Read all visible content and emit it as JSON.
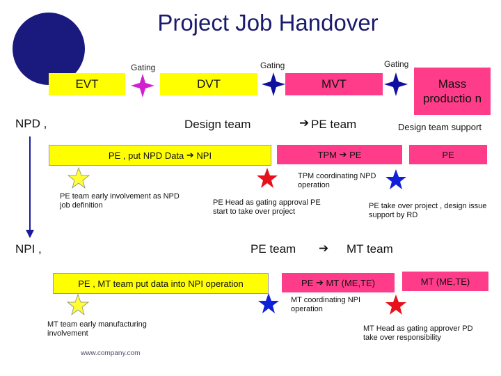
{
  "title": "Project Job Handover",
  "phases": {
    "evt": "EVT",
    "dvt": "DVT",
    "mvt": "MVT",
    "mass": "Mass productio n"
  },
  "gating": [
    "Gating",
    "Gating",
    "Gating"
  ],
  "npd": {
    "label": "NPD ,",
    "from": "Design team",
    "to": "PE team",
    "support": "Design team support",
    "box1": "PE , put NPD Data",
    "box1_to": "NPI",
    "box2": "TPM",
    "box2_to": "PE",
    "box3": "PE",
    "note_yellow": "PE team early involvement as NPD job definition",
    "note_red": "TPM coordinating NPD operation",
    "note_head": "PE Head as gating approval PE start to take over project",
    "note_blue": "PE take over project , design issue support by RD"
  },
  "npi": {
    "label": "NPI ,",
    "from": "PE team",
    "to": "MT team",
    "box1": "PE , MT team put data into NPI operation",
    "box2": "PE",
    "box2_to": "MT (ME,TE)",
    "box3": "MT (ME,TE)",
    "note_yellow": "MT team early manufacturing involvement",
    "note_blue": "MT coordinating NPI operation",
    "note_red": "MT Head as gating approver PD take over responsibility"
  },
  "footer": "www.company.com",
  "colors": {
    "title": "#1a1a6e",
    "phase_yellow": "#ffff00",
    "phase_pink": "#ff3c8a",
    "star_yellow": "#ffff33",
    "star_red": "#e8101a",
    "star_blue": "#1020d8",
    "star_magenta": "#d020d0",
    "star_navy": "#1010a0"
  }
}
